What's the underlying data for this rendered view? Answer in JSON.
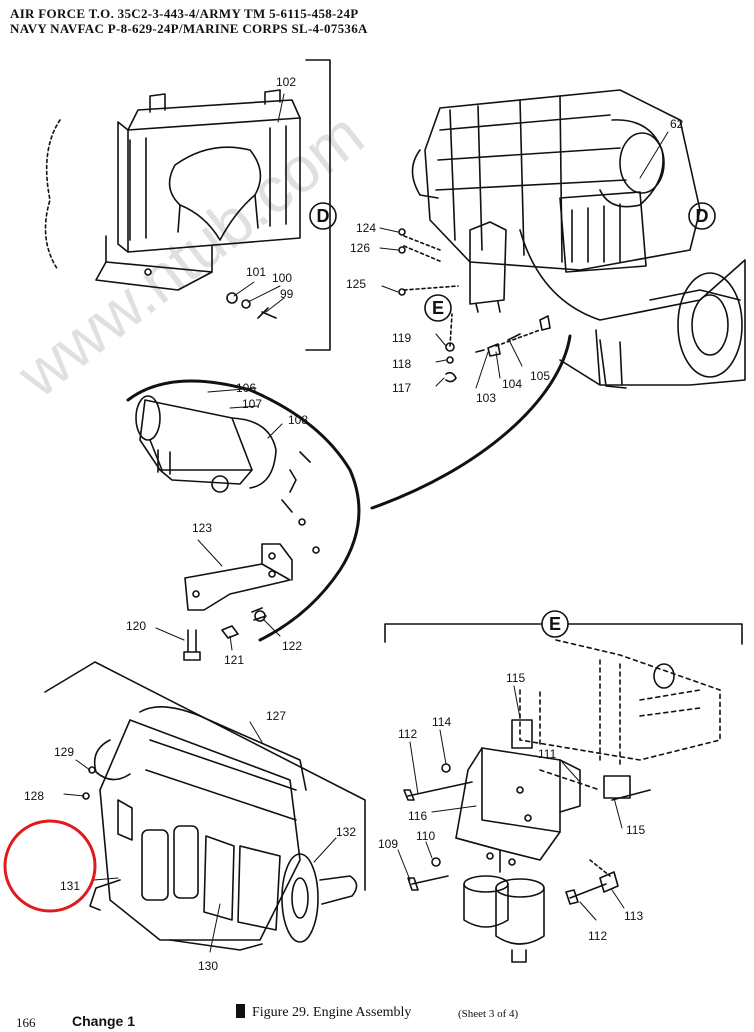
{
  "header": {
    "line1": "AIR FORCE T.O. 35C2-3-443-4/ARMY TM 5-6115-458-24P",
    "line2": "NAVY NAVFAC P-8-629-24P/MARINE CORPS SL-4-07536A"
  },
  "watermark": "www.ntub.com",
  "detail_letters": {
    "d": "D",
    "e": "E"
  },
  "callouts": {
    "c62": "62",
    "c99": "99",
    "c100": "100",
    "c101": "101",
    "c102": "102",
    "c103": "103",
    "c104": "104",
    "c105": "105",
    "c106": "106",
    "c107": "107",
    "c108": "108",
    "c109": "109",
    "c110": "110",
    "c111": "111",
    "c112a": "112",
    "c112b": "112",
    "c113": "113",
    "c114": "114",
    "c115a": "115",
    "c115b": "115",
    "c116": "116",
    "c117": "117",
    "c118": "118",
    "c119": "119",
    "c120": "120",
    "c121": "121",
    "c122": "122",
    "c123": "123",
    "c124": "124",
    "c125": "125",
    "c126": "126",
    "c127": "127",
    "c128": "128",
    "c129": "129",
    "c130": "130",
    "c131": "131",
    "c132": "132"
  },
  "footer": {
    "page_number": "166",
    "change": "Change 1",
    "figure_caption": "Figure 29.  Engine Assembly",
    "sheet": "(Sheet 3 of 4)"
  },
  "colors": {
    "ink": "#111111",
    "highlight": "#e01b1b",
    "watermark": "#c8c8c8"
  }
}
